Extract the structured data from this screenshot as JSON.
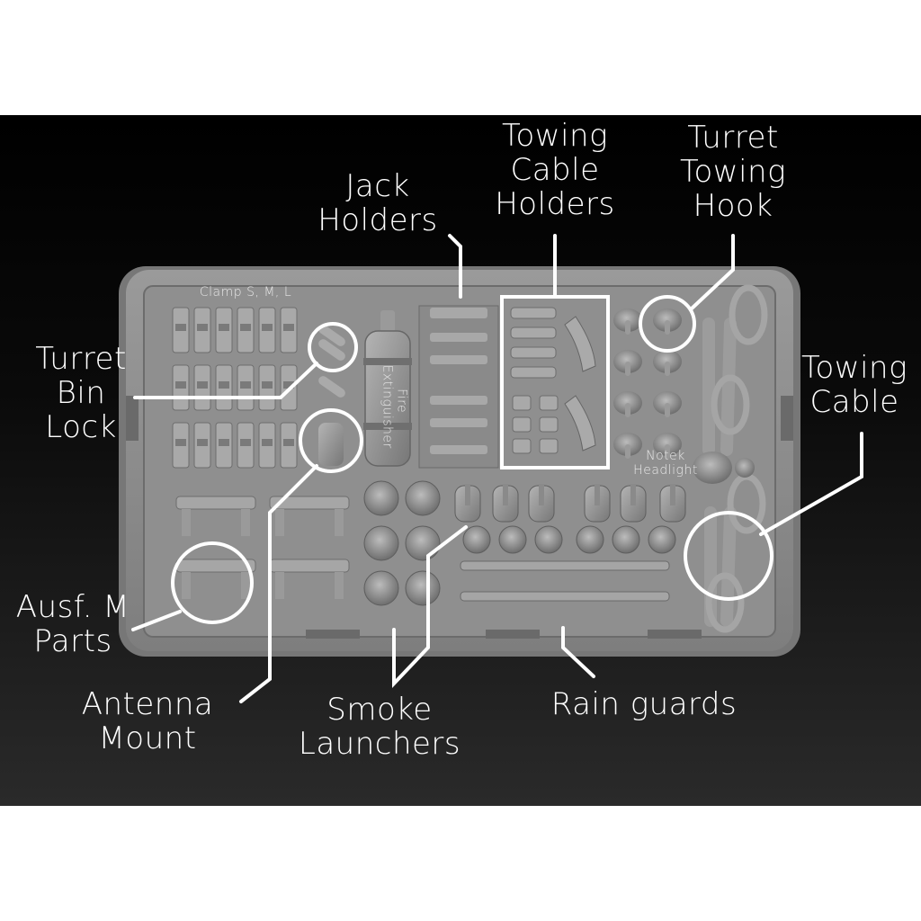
{
  "callouts": {
    "jack_holders": [
      "Jack",
      "Holders"
    ],
    "towing_cable_holders": [
      "Towing",
      "Cable",
      "Holders"
    ],
    "turret_towing_hook": [
      "Turret",
      "Towing",
      "Hook"
    ],
    "towing_cable": [
      "Towing",
      "Cable"
    ],
    "turret_bin_lock": [
      "Turret",
      "Bin",
      "Lock"
    ],
    "ausf_m_parts": [
      "Ausf. M",
      "Parts"
    ],
    "antenna_mount": [
      "Antenna",
      "Mount"
    ],
    "smoke_launchers": [
      "Smoke",
      "Launchers"
    ],
    "rain_guards": [
      "Rain guards"
    ]
  },
  "tray_labels": {
    "clamp": "Clamp S, M, L",
    "fire_extinguisher": [
      "Fire",
      "Extinguisher"
    ],
    "notek_headlight": [
      "Notek",
      "Headlight"
    ]
  },
  "colors": {
    "background_dark": "#000000",
    "tray": "#8c8c8c",
    "callout": "#ffffff"
  }
}
